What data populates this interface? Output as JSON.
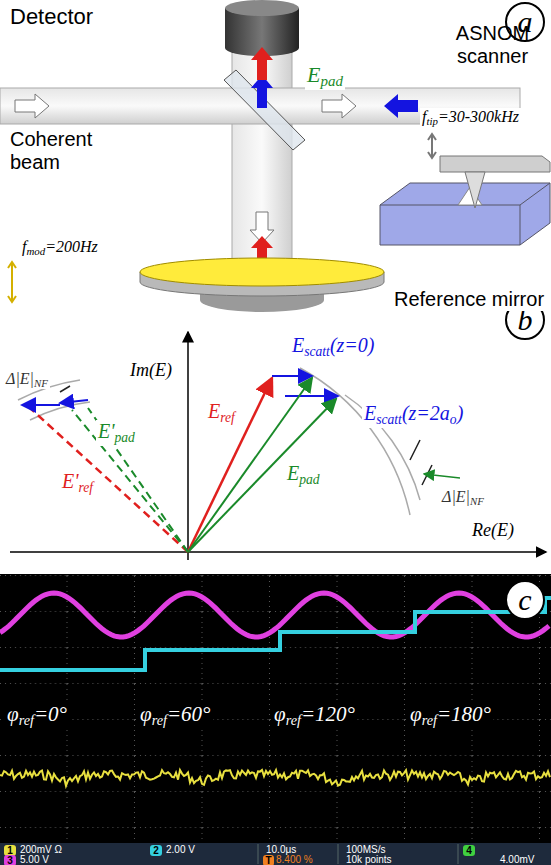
{
  "diagram": {
    "nodes": [
      {
        "text": [
          "a"
        ]
      },
      {
        "text": [
          "b"
        ]
      },
      {
        "text": [
          "c"
        ]
      },
      {
        "text": [
          "1"
        ]
      },
      {
        "text": [
          "3"
        ]
      },
      {
        "text": [
          "2"
        ]
      },
      {
        "text": [
          "T"
        ]
      },
      {
        "text": [
          "4"
        ]
      }
    ],
    "labels": [
      "Detector",
      "ASNOM scanner",
      "Coherent beam",
      "E",
      "pad",
      "f",
      "tip",
      "=30-300kHz",
      "f",
      "mod",
      "=200Hz",
      "Reference mirror",
      "Im(E)",
      "Re(E)",
      "Δ|E|",
      "NF",
      "E'",
      "pad",
      "E'",
      "ref",
      "E",
      "ref",
      "E",
      "scatt",
      "(z=0)",
      "E",
      "scatt",
      "(z=2a",
      "o",
      ")",
      "Δ|E|",
      "NF",
      "E",
      "pad",
      "φ",
      "ref",
      "=0°",
      "φ",
      "ref",
      "=60°",
      "φ",
      "ref",
      "=120°",
      "φ",
      "ref",
      "=180°",
      "200mV Ω",
      "2.00 V",
      "10.0μs",
      "100MS/s",
      "5.00 V",
      "8.400 %",
      "10k points",
      "4.00mV"
    ]
  }
}
